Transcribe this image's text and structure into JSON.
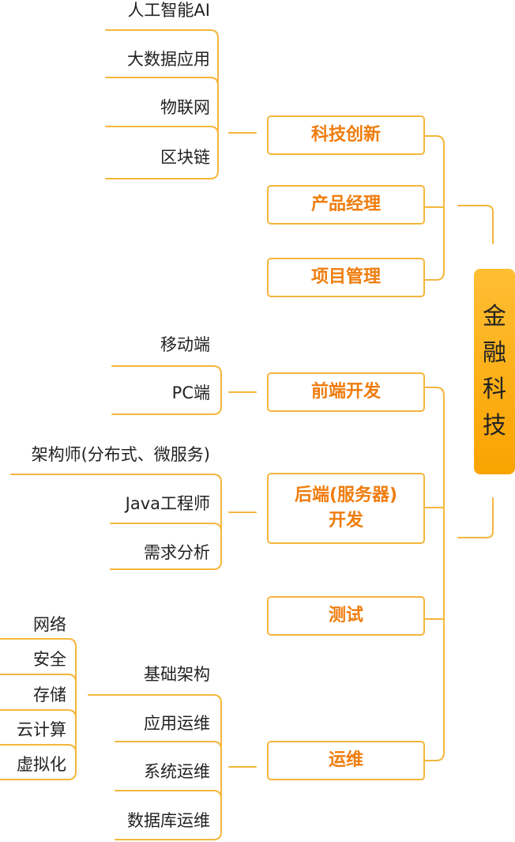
{
  "root": {
    "chars": [
      "金",
      "融",
      "科",
      "技"
    ]
  },
  "branches": {
    "keji": "科技创新",
    "chanpin": "产品经理",
    "xiangmu": "项目管理",
    "qianduan": "前端开发",
    "houduan_1": "后端(服务器)",
    "houduan_2": "开发",
    "ceshi": "测试",
    "yunwei": "运维"
  },
  "leaves": {
    "keji": [
      "人工智能AI",
      "大数据应用",
      "物联网",
      "区块链"
    ],
    "qianduan": [
      "移动端",
      "PC端"
    ],
    "houduan": [
      "架构师(分布式、微服务)",
      "Java工程师",
      "需求分析"
    ],
    "yunwei": [
      "基础架构",
      "应用运维",
      "系统运维",
      "数据库运维"
    ],
    "jichu": [
      "网络",
      "安全",
      "存储",
      "云计算",
      "虚拟化"
    ]
  },
  "colors": {
    "line": "#f5b63c",
    "accent": "#ef7d0e",
    "root_fill": "#fbaa15"
  }
}
